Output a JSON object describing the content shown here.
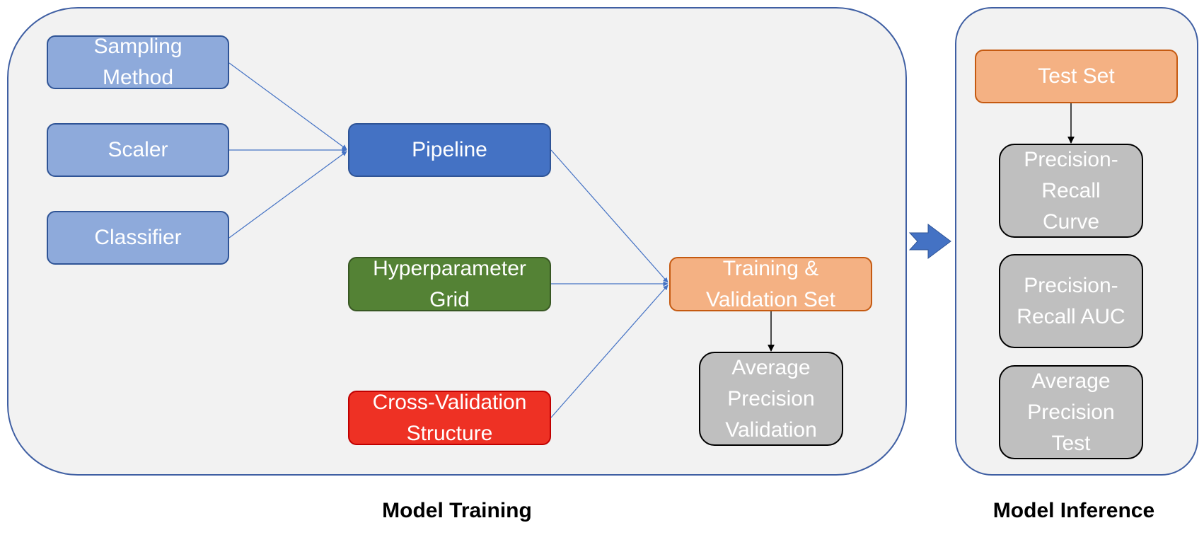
{
  "colors": {
    "panel_fill": "#f2f2f2",
    "panel_border": "#3f5fa3",
    "light_blue": "#8eaadb",
    "pipeline_blue": "#4472c4",
    "green": "#548235",
    "red": "#ee3124",
    "orange": "#f4b183",
    "gray": "#bfbfbf",
    "arrow_blue": "#4472c4"
  },
  "training": {
    "caption": "Model Training",
    "sampling_method": "Sampling\nMethod",
    "scaler": "Scaler",
    "classifier": "Classifier",
    "pipeline": "Pipeline",
    "hyperparameter_grid": "Hyperparameter\nGrid",
    "cross_validation_structure": "Cross-Validation\nStructure",
    "training_validation_set": "Training &\nValidation Set",
    "average_precision_validation": "Average\nPrecision\nValidation"
  },
  "inference": {
    "caption": "Model Inference",
    "test_set": "Test Set",
    "precision_recall_curve": "Precision-\nRecall\nCurve",
    "precision_recall_auc": "Precision-\nRecall AUC",
    "average_precision_test": "Average\nPrecision\nTest"
  }
}
